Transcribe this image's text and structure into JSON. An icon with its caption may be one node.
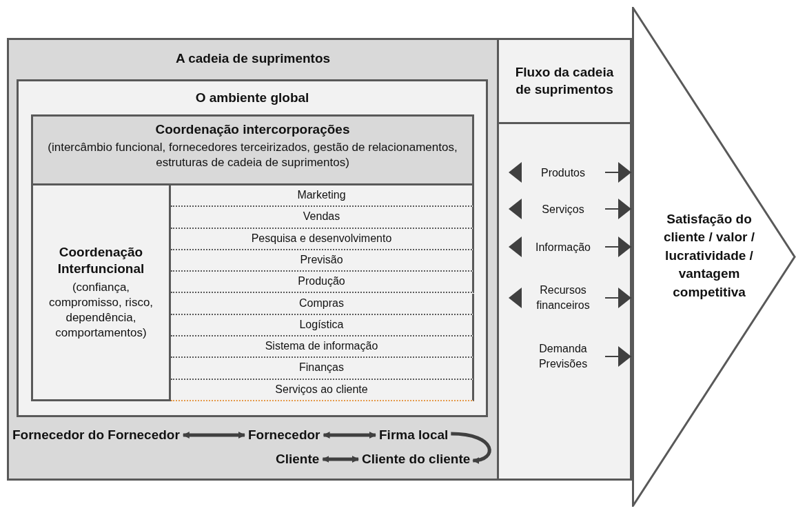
{
  "diagram": {
    "nodes": [
      {
        "text": [
          "A cadeia de suprimentos"
        ]
      },
      {
        "text": [
          "O ambiente global"
        ],
        "in": 0
      },
      {
        "text": [
          "Coordenação intercorporações",
          "(intercâmbio funcional, fornecedores terceirizados, gestão de relacionamentos, estruturas de cadeia de suprimentos)"
        ],
        "in": 1
      },
      {
        "text": [
          "Coordenação Interfuncional",
          "(confiança, compromisso, risco, dependência, comportamentos)"
        ],
        "in": 1
      },
      {
        "text": [
          "Marketing"
        ],
        "in": 1
      },
      {
        "text": [
          "Vendas"
        ],
        "in": 1
      },
      {
        "text": [
          "Pesquisa e desenvolvimento"
        ],
        "in": 1
      },
      {
        "text": [
          "Previsão"
        ],
        "in": 1
      },
      {
        "text": [
          "Produção"
        ],
        "in": 1
      },
      {
        "text": [
          "Compras"
        ],
        "in": 1
      },
      {
        "text": [
          "Logística"
        ],
        "in": 1
      },
      {
        "text": [
          "Sistema de informação"
        ],
        "in": 1
      },
      {
        "text": [
          "Finanças"
        ],
        "in": 1
      },
      {
        "text": [
          "Serviços ao cliente"
        ],
        "in": 1
      },
      {
        "text": [
          "Fornecedor do Fornecedor"
        ],
        "in": 0
      },
      {
        "text": [
          "Fornecedor"
        ],
        "in": 0
      },
      {
        "text": [
          "Firma local"
        ],
        "in": 0
      },
      {
        "text": [
          "Cliente"
        ],
        "in": 0
      },
      {
        "text": [
          "Cliente do cliente"
        ],
        "in": 0
      },
      {
        "text": [
          "Fluxo da cadeia de suprimentos"
        ]
      },
      {
        "text": [
          "Produtos"
        ],
        "in": 19
      },
      {
        "text": [
          "Serviços"
        ],
        "in": 19
      },
      {
        "text": [
          "Informação"
        ],
        "in": 19
      },
      {
        "text": [
          "Recursos financeiros"
        ],
        "in": 19
      },
      {
        "text": [
          "Demanda Previsões"
        ],
        "in": 19
      },
      {
        "text": [
          "Satisfação do cliente / valor / lucratividade / vantagem competitiva"
        ]
      }
    ],
    "edges": [
      {
        "from": 14,
        "to": 15,
        "arrow": "both",
        "style": "thick"
      },
      {
        "from": 15,
        "to": 16,
        "arrow": "both",
        "style": "thick"
      },
      {
        "from": 16,
        "to": 18,
        "arrow": "to",
        "style": "thick"
      },
      {
        "from": 17,
        "to": 18,
        "arrow": "both",
        "style": "thick"
      },
      {
        "from": 20,
        "to": 25,
        "arrow": "to"
      },
      {
        "from": 21,
        "to": 25,
        "arrow": "to"
      },
      {
        "from": 22,
        "to": 25,
        "arrow": "to"
      },
      {
        "from": 23,
        "to": 25,
        "arrow": "to"
      },
      {
        "from": 24,
        "to": 25,
        "arrow": "to"
      }
    ]
  }
}
